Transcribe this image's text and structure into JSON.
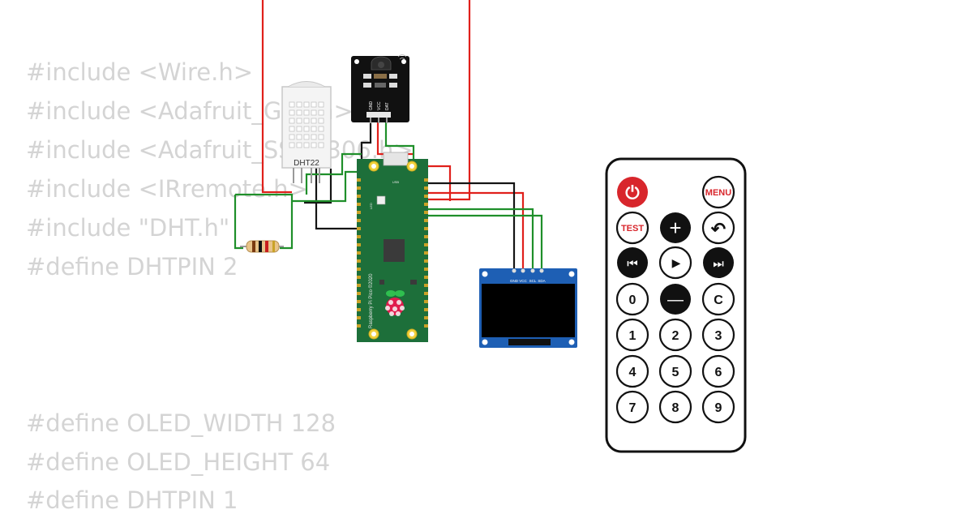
{
  "code_lines_top": [
    "#include <Wire.h>",
    "#include <Adafruit_GFX.h>",
    "#include <Adafruit_SSD1306.h>",
    "#include <IRremote.h>",
    "#include \"DHT.h\"",
    "#define DHTPIN 2"
  ],
  "code_lines_bottom": [
    "#define OLED_WIDTH 128",
    "#define OLED_HEIGHT 64",
    "#define DHTPIN 1"
  ],
  "dht": {
    "label": "DHT22"
  },
  "ir_receiver": {
    "pins": [
      "GND",
      "VCC",
      "DAT"
    ]
  },
  "pico": {
    "vertical_label": "Raspberry Pi Pico ©2020",
    "usb_label": "USB",
    "led_label": "LED"
  },
  "oled": {
    "pins": [
      "GND",
      "VCC",
      "SCL",
      "SDA"
    ]
  },
  "remote": {
    "power": "⏻",
    "menu": "MENU",
    "test": "TEST",
    "plus": "+",
    "back": "↶",
    "prev": "⏮",
    "play": "▶",
    "next": "⏭",
    "zero": "0",
    "minus": "—",
    "clear": "C",
    "digits": [
      "1",
      "2",
      "3",
      "4",
      "5",
      "6",
      "7",
      "8",
      "9"
    ]
  },
  "colors": {
    "wire_red": "#e0201b",
    "wire_black": "#141414",
    "wire_green": "#1f8f2a",
    "pico_green": "#1d6f3a",
    "oled_blue": "#1e5fb4",
    "remote_red": "#d8262c"
  }
}
